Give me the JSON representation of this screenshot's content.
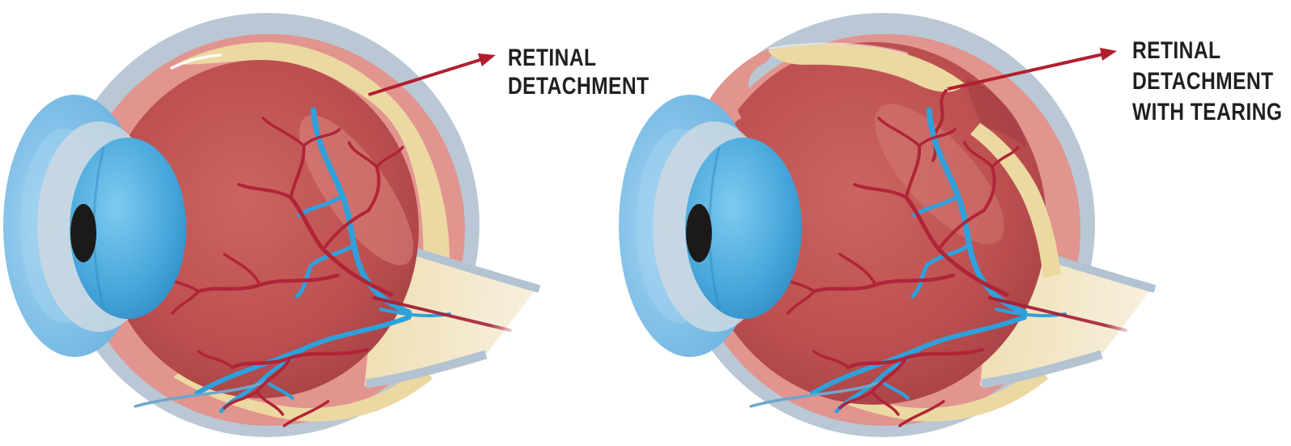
{
  "figure": {
    "background": "#ffffff",
    "description": "Side-by-side cross-section illustrations of a human eye comparing retinal detachment (left) and retinal detachment with tearing (right)"
  },
  "panels": [
    {
      "name": "retinal-detachment",
      "label_lines": [
        "RETINAL",
        "DETACHMENT"
      ]
    },
    {
      "name": "retinal-detachment-with-tearing",
      "label_lines": [
        "RETINAL",
        "DETACHMENT",
        "WITH TEARING"
      ]
    }
  ],
  "colors": {
    "label_text": "#231f20",
    "arrow": "#b11f2f",
    "sclera": "#b9c8d4",
    "sclera_edge": "#a9bcca",
    "choroid_pink": "#e2948f",
    "retina_yellow": "#ecd8a1",
    "vitreous_center": "#cb6560",
    "vitreous_mid": "#bc4f50",
    "vitreous_edge": "#9e3c41",
    "vessel_red": "#b12437",
    "vessel_dark": "#a52238",
    "vessel_blue": "#2ea1dc",
    "vessel_blue_thin": "#6fa7cc",
    "cornea_blue": "#62aede",
    "cornea_light": "#a6d5f2",
    "chamber_gray": "#ccd8e0",
    "lens_light": "#7ecbf0",
    "lens_mid": "#45a5da",
    "lens_edge": "#2c87c2",
    "pupil": "#1c1a19",
    "nerve_tan": "#efe0b6",
    "nerve_fade": "#f9f3e6",
    "nerve_sheath": "#b3c3d2",
    "sheen": "#de8b84",
    "highlight": "#ffffff"
  }
}
